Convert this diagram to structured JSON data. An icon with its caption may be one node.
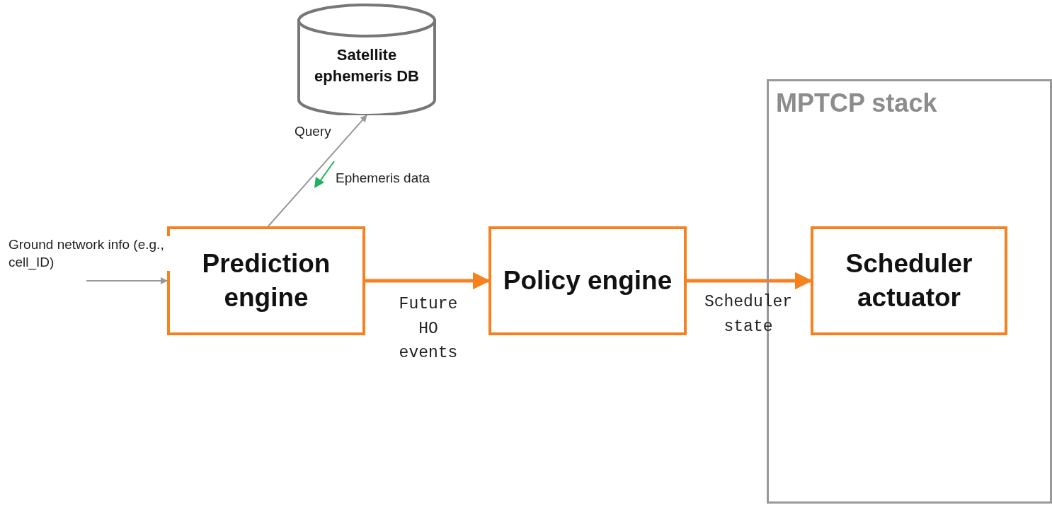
{
  "diagram": {
    "nodes": [
      {
        "text": [
          "Satellite ephemeris DB"
        ]
      },
      {
        "text": [
          "Prediction engine"
        ]
      },
      {
        "text": [
          "Policy engine"
        ]
      },
      {
        "text": [
          "MPTCP stack"
        ]
      },
      {
        "text": [
          "Scheduler actuator"
        ],
        "in": 3
      }
    ],
    "edges": [
      {
        "from": 1,
        "to": 0,
        "arrow": "to",
        "label": "Query",
        "color": "#999999"
      },
      {
        "from": null,
        "to": 1,
        "arrow": "to",
        "label": "Ground network info (e.g., cell_ID)",
        "color": "#999999"
      },
      {
        "from": 1,
        "to": 2,
        "arrow": "to",
        "label": "Future HO events",
        "style": "thick",
        "color": "#f5821f"
      },
      {
        "from": 2,
        "to": 4,
        "arrow": "to",
        "label": "Scheduler state",
        "style": "thick",
        "color": "#f5821f"
      }
    ],
    "labels": [
      "Ephemeris data"
    ]
  }
}
